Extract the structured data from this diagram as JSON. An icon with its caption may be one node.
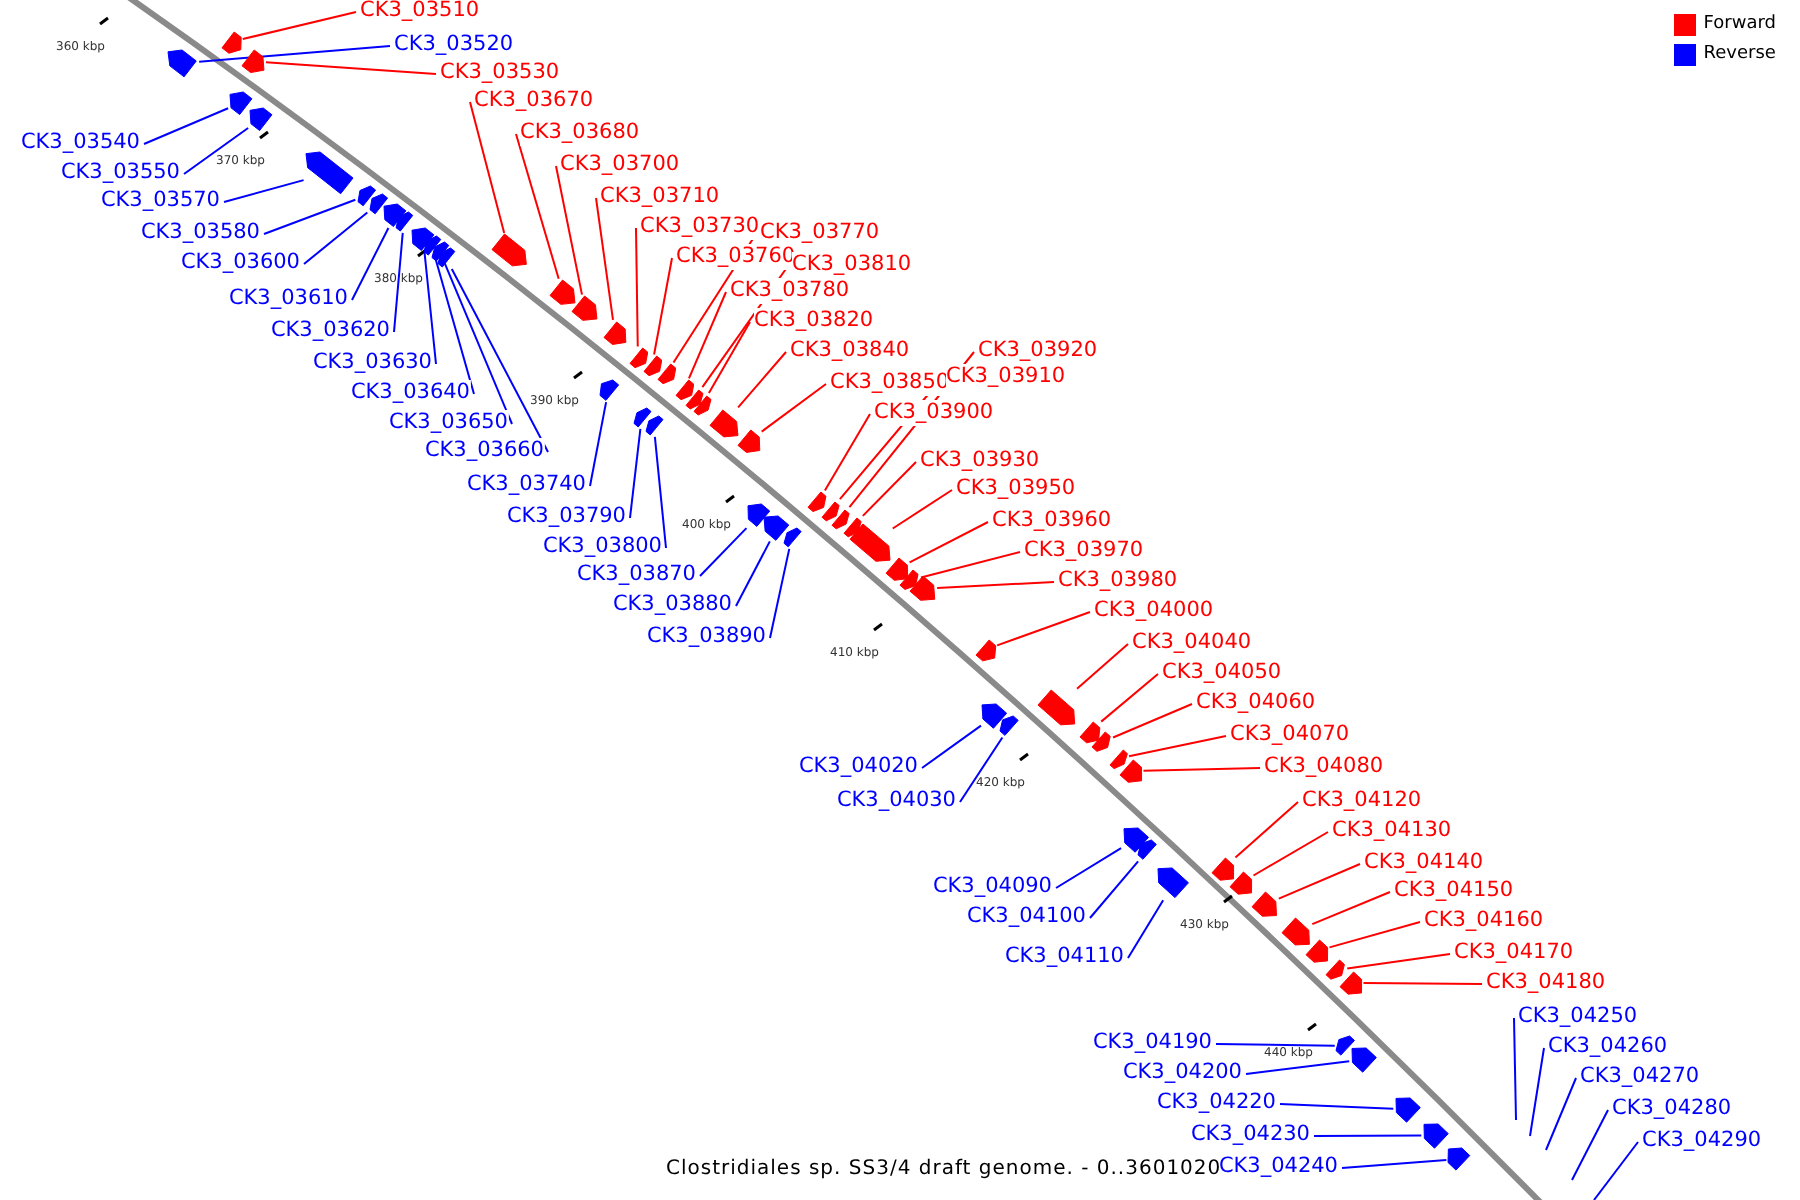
{
  "diagram": {
    "caption": "Clostridiales sp. SS3/4 draft genome. - 0..3601020",
    "nodes": [
      {
        "text": [
          "CK3_03510"
        ]
      },
      {
        "text": [],
        "shape": "arrow"
      },
      {
        "text": [
          "CK3_03520"
        ]
      },
      {
        "text": [],
        "shape": "arrow"
      },
      {
        "text": [
          "CK3_03530"
        ]
      },
      {
        "text": [],
        "shape": "arrow"
      },
      {
        "text": [
          "CK3_03540"
        ]
      },
      {
        "text": [],
        "shape": "arrow"
      },
      {
        "text": [
          "CK3_03550"
        ]
      },
      {
        "text": [],
        "shape": "arrow"
      },
      {
        "text": [
          "CK3_03570"
        ]
      },
      {
        "text": [],
        "shape": "arrow"
      },
      {
        "text": [
          "CK3_03580"
        ]
      },
      {
        "text": [],
        "shape": "arrow"
      },
      {
        "text": [
          "CK3_03600"
        ]
      },
      {
        "text": [],
        "shape": "arrow"
      },
      {
        "text": [
          "CK3_03610"
        ]
      },
      {
        "text": [],
        "shape": "arrow"
      },
      {
        "text": [
          "CK3_03620"
        ]
      },
      {
        "text": [],
        "shape": "arrow"
      },
      {
        "text": [
          "CK3_03630"
        ]
      },
      {
        "text": [],
        "shape": "arrow"
      },
      {
        "text": [
          "CK3_03640"
        ]
      },
      {
        "text": [],
        "shape": "arrow"
      },
      {
        "text": [
          "CK3_03650"
        ]
      },
      {
        "text": [],
        "shape": "arrow"
      },
      {
        "text": [
          "CK3_03660"
        ]
      },
      {
        "text": [],
        "shape": "arrow"
      },
      {
        "text": [
          "CK3_03670"
        ]
      },
      {
        "text": [],
        "shape": "arrow"
      },
      {
        "text": [
          "CK3_03680"
        ]
      },
      {
        "text": [],
        "shape": "arrow"
      },
      {
        "text": [
          "CK3_03700"
        ]
      },
      {
        "text": [],
        "shape": "arrow"
      },
      {
        "text": [
          "CK3_03710"
        ]
      },
      {
        "text": [],
        "shape": "arrow"
      },
      {
        "text": [
          "CK3_03730"
        ]
      },
      {
        "text": [],
        "shape": "arrow"
      },
      {
        "text": [
          "CK3_03760"
        ]
      },
      {
        "text": [],
        "shape": "arrow"
      },
      {
        "text": [
          "CK3_03770"
        ]
      },
      {
        "text": [],
        "shape": "arrow"
      },
      {
        "text": [
          "CK3_03780"
        ]
      },
      {
        "text": [],
        "shape": "arrow"
      },
      {
        "text": [
          "CK3_03810"
        ]
      },
      {
        "text": [],
        "shape": "arrow"
      },
      {
        "text": [
          "CK3_03820"
        ]
      },
      {
        "text": [],
        "shape": "arrow"
      },
      {
        "text": [
          "CK3_03740"
        ]
      },
      {
        "text": [],
        "shape": "arrow"
      },
      {
        "text": [
          "CK3_03790"
        ]
      },
      {
        "text": [],
        "shape": "arrow"
      },
      {
        "text": [
          "CK3_03800"
        ]
      },
      {
        "text": [],
        "shape": "arrow"
      },
      {
        "text": [
          "CK3_03840"
        ]
      },
      {
        "text": [],
        "shape": "arrow"
      },
      {
        "text": [
          "CK3_03850"
        ]
      },
      {
        "text": [],
        "shape": "arrow"
      },
      {
        "text": [
          "CK3_03920"
        ]
      },
      {
        "text": [],
        "shape": "arrow"
      },
      {
        "text": [
          "CK3_03910"
        ]
      },
      {
        "text": [],
        "shape": "arrow"
      },
      {
        "text": [
          "CK3_03900"
        ]
      },
      {
        "text": [],
        "shape": "arrow"
      },
      {
        "text": [
          "CK3_03930"
        ]
      },
      {
        "text": [],
        "shape": "arrow"
      },
      {
        "text": [
          "CK3_03950"
        ]
      },
      {
        "text": [],
        "shape": "arrow"
      },
      {
        "text": [
          "CK3_03960"
        ]
      },
      {
        "text": [],
        "shape": "arrow"
      },
      {
        "text": [
          "CK3_03970"
        ]
      },
      {
        "text": [],
        "shape": "arrow"
      },
      {
        "text": [
          "CK3_03980"
        ]
      },
      {
        "text": [],
        "shape": "arrow"
      },
      {
        "text": [
          "CK3_03870"
        ]
      },
      {
        "text": [],
        "shape": "arrow"
      },
      {
        "text": [
          "CK3_03880"
        ]
      },
      {
        "text": [],
        "shape": "arrow"
      },
      {
        "text": [
          "CK3_03890"
        ]
      },
      {
        "text": [],
        "shape": "arrow"
      },
      {
        "text": [
          "CK3_04000"
        ]
      },
      {
        "text": [],
        "shape": "arrow"
      },
      {
        "text": [
          "CK3_04040"
        ]
      },
      {
        "text": [],
        "shape": "arrow"
      },
      {
        "text": [
          "CK3_04050"
        ]
      },
      {
        "text": [],
        "shape": "arrow"
      },
      {
        "text": [
          "CK3_04060"
        ]
      },
      {
        "text": [],
        "shape": "arrow"
      },
      {
        "text": [
          "CK3_04070"
        ]
      },
      {
        "text": [],
        "shape": "arrow"
      },
      {
        "text": [
          "CK3_04080"
        ]
      },
      {
        "text": [],
        "shape": "arrow"
      },
      {
        "text": [
          "CK3_04020"
        ]
      },
      {
        "text": [],
        "shape": "arrow"
      },
      {
        "text": [
          "CK3_04030"
        ]
      },
      {
        "text": [],
        "shape": "arrow"
      },
      {
        "text": [
          "CK3_04120"
        ]
      },
      {
        "text": [],
        "shape": "arrow"
      },
      {
        "text": [
          "CK3_04130"
        ]
      },
      {
        "text": [],
        "shape": "arrow"
      },
      {
        "text": [
          "CK3_04140"
        ]
      },
      {
        "text": [],
        "shape": "arrow"
      },
      {
        "text": [
          "CK3_04150"
        ]
      },
      {
        "text": [],
        "shape": "arrow"
      },
      {
        "text": [
          "CK3_04160"
        ]
      },
      {
        "text": [],
        "shape": "arrow"
      },
      {
        "text": [
          "CK3_04170"
        ]
      },
      {
        "text": [],
        "shape": "arrow"
      },
      {
        "text": [
          "CK3_04180"
        ]
      },
      {
        "text": [],
        "shape": "arrow"
      },
      {
        "text": [
          "CK3_04090"
        ]
      },
      {
        "text": [],
        "shape": "arrow"
      },
      {
        "text": [
          "CK3_04100"
        ]
      },
      {
        "text": [],
        "shape": "arrow"
      },
      {
        "text": [
          "CK3_04110"
        ]
      },
      {
        "text": [],
        "shape": "arrow"
      },
      {
        "text": [
          "CK3_04190"
        ]
      },
      {
        "text": [],
        "shape": "arrow"
      },
      {
        "text": [
          "CK3_04200"
        ]
      },
      {
        "text": [],
        "shape": "arrow"
      },
      {
        "text": [
          "CK3_04220"
        ]
      },
      {
        "text": [],
        "shape": "arrow"
      },
      {
        "text": [
          "CK3_04230"
        ]
      },
      {
        "text": [],
        "shape": "arrow"
      },
      {
        "text": [
          "CK3_04240"
        ]
      },
      {
        "text": [],
        "shape": "arrow"
      },
      {
        "text": [
          "CK3_04250"
        ]
      },
      {
        "text": [
          "CK3_04260"
        ]
      },
      {
        "text": [
          "CK3_04270"
        ]
      },
      {
        "text": [
          "CK3_04280"
        ]
      },
      {
        "text": [
          "CK3_04290"
        ]
      }
    ],
    "edges": [
      {
        "from": 0,
        "to": 1,
        "arrow": "none",
        "color": "#ff0000"
      },
      {
        "from": 2,
        "to": 3,
        "arrow": "none",
        "color": "#0000ff"
      },
      {
        "from": 4,
        "to": 5,
        "arrow": "none",
        "color": "#ff0000"
      },
      {
        "from": 6,
        "to": 7,
        "arrow": "none",
        "color": "#0000ff"
      },
      {
        "from": 8,
        "to": 9,
        "arrow": "none",
        "color": "#0000ff"
      },
      {
        "from": 10,
        "to": 11,
        "arrow": "none",
        "color": "#0000ff"
      },
      {
        "from": 12,
        "to": 13,
        "arrow": "none",
        "color": "#0000ff"
      },
      {
        "from": 14,
        "to": 15,
        "arrow": "none",
        "color": "#0000ff"
      },
      {
        "from": 16,
        "to": 17,
        "arrow": "none",
        "color": "#0000ff"
      },
      {
        "from": 18,
        "to": 19,
        "arrow": "none",
        "color": "#0000ff"
      },
      {
        "from": 20,
        "to": 21,
        "arrow": "none",
        "color": "#0000ff"
      },
      {
        "from": 22,
        "to": 23,
        "arrow": "none",
        "color": "#0000ff"
      },
      {
        "from": 24,
        "to": 25,
        "arrow": "none",
        "color": "#0000ff"
      },
      {
        "from": 26,
        "to": 27,
        "arrow": "none",
        "color": "#0000ff"
      },
      {
        "from": 28,
        "to": 29,
        "arrow": "none",
        "color": "#ff0000"
      },
      {
        "from": 30,
        "to": 31,
        "arrow": "none",
        "color": "#ff0000"
      },
      {
        "from": 32,
        "to": 33,
        "arrow": "none",
        "color": "#ff0000"
      },
      {
        "from": 34,
        "to": 35,
        "arrow": "none",
        "color": "#ff0000"
      },
      {
        "from": 36,
        "to": 37,
        "arrow": "none",
        "color": "#ff0000"
      },
      {
        "from": 38,
        "to": 39,
        "arrow": "none",
        "color": "#ff0000"
      },
      {
        "from": 40,
        "to": 41,
        "arrow": "none",
        "color": "#ff0000"
      },
      {
        "from": 42,
        "to": 43,
        "arrow": "none",
        "color": "#ff0000"
      },
      {
        "from": 44,
        "to": 45,
        "arrow": "none",
        "color": "#ff0000"
      },
      {
        "from": 46,
        "to": 47,
        "arrow": "none",
        "color": "#ff0000"
      },
      {
        "from": 48,
        "to": 49,
        "arrow": "none",
        "color": "#0000ff"
      },
      {
        "from": 50,
        "to": 51,
        "arrow": "none",
        "color": "#0000ff"
      },
      {
        "from": 52,
        "to": 53,
        "arrow": "none",
        "color": "#0000ff"
      },
      {
        "from": 54,
        "to": 55,
        "arrow": "none",
        "color": "#ff0000"
      },
      {
        "from": 56,
        "to": 57,
        "arrow": "none",
        "color": "#ff0000"
      },
      {
        "from": 58,
        "to": 59,
        "arrow": "none",
        "color": "#ff0000"
      },
      {
        "from": 60,
        "to": 61,
        "arrow": "none",
        "color": "#ff0000"
      },
      {
        "from": 62,
        "to": 63,
        "arrow": "none",
        "color": "#ff0000"
      },
      {
        "from": 64,
        "to": 65,
        "arrow": "none",
        "color": "#ff0000"
      },
      {
        "from": 66,
        "to": 67,
        "arrow": "none",
        "color": "#ff0000"
      },
      {
        "from": 68,
        "to": 69,
        "arrow": "none",
        "color": "#ff0000"
      },
      {
        "from": 70,
        "to": 71,
        "arrow": "none",
        "color": "#ff0000"
      },
      {
        "from": 72,
        "to": 73,
        "arrow": "none",
        "color": "#ff0000"
      },
      {
        "from": 74,
        "to": 75,
        "arrow": "none",
        "color": "#0000ff"
      },
      {
        "from": 76,
        "to": 77,
        "arrow": "none",
        "color": "#0000ff"
      },
      {
        "from": 78,
        "to": 79,
        "arrow": "none",
        "color": "#0000ff"
      },
      {
        "from": 80,
        "to": 81,
        "arrow": "none",
        "color": "#ff0000"
      },
      {
        "from": 82,
        "to": 83,
        "arrow": "none",
        "color": "#ff0000"
      },
      {
        "from": 84,
        "to": 85,
        "arrow": "none",
        "color": "#ff0000"
      },
      {
        "from": 86,
        "to": 87,
        "arrow": "none",
        "color": "#ff0000"
      },
      {
        "from": 88,
        "to": 89,
        "arrow": "none",
        "color": "#ff0000"
      },
      {
        "from": 90,
        "to": 91,
        "arrow": "none",
        "color": "#ff0000"
      },
      {
        "from": 92,
        "to": 93,
        "arrow": "none",
        "color": "#0000ff"
      },
      {
        "from": 94,
        "to": 95,
        "arrow": "none",
        "color": "#0000ff"
      },
      {
        "from": 96,
        "to": 97,
        "arrow": "none",
        "color": "#ff0000"
      },
      {
        "from": 98,
        "to": 99,
        "arrow": "none",
        "color": "#ff0000"
      },
      {
        "from": 100,
        "to": 101,
        "arrow": "none",
        "color": "#ff0000"
      },
      {
        "from": 102,
        "to": 103,
        "arrow": "none",
        "color": "#ff0000"
      },
      {
        "from": 104,
        "to": 105,
        "arrow": "none",
        "color": "#ff0000"
      },
      {
        "from": 106,
        "to": 107,
        "arrow": "none",
        "color": "#ff0000"
      },
      {
        "from": 108,
        "to": 109,
        "arrow": "none",
        "color": "#ff0000"
      },
      {
        "from": 110,
        "to": 111,
        "arrow": "none",
        "color": "#0000ff"
      },
      {
        "from": 112,
        "to": 113,
        "arrow": "none",
        "color": "#0000ff"
      },
      {
        "from": 114,
        "to": 115,
        "arrow": "none",
        "color": "#0000ff"
      },
      {
        "from": 116,
        "to": 117,
        "arrow": "none",
        "color": "#0000ff"
      },
      {
        "from": 118,
        "to": 119,
        "arrow": "none",
        "color": "#0000ff"
      },
      {
        "from": 120,
        "to": 121,
        "arrow": "none",
        "color": "#0000ff"
      },
      {
        "from": 122,
        "to": 123,
        "arrow": "none",
        "color": "#0000ff"
      },
      {
        "from": 124,
        "to": 125,
        "arrow": "none",
        "color": "#0000ff"
      },
      {
        "from": 126,
        "to": null,
        "arrow": "none",
        "color": "#0000ff"
      },
      {
        "from": 127,
        "to": null,
        "arrow": "none",
        "color": "#0000ff"
      },
      {
        "from": 128,
        "to": null,
        "arrow": "none",
        "color": "#0000ff"
      },
      {
        "from": 129,
        "to": null,
        "arrow": "none",
        "color": "#0000ff"
      },
      {
        "from": 130,
        "to": null,
        "arrow": "none",
        "color": "#0000ff"
      }
    ],
    "labels": [
      "360 kbp",
      "370 kbp",
      "380 kbp",
      "390 kbp",
      "400 kbp",
      "410 kbp",
      "420 kbp",
      "430 kbp",
      "440 kbp"
    ],
    "legend": [
      {
        "text": "Forward",
        "color": "#ff0000"
      },
      {
        "text": "Reverse",
        "color": "#0000ff"
      }
    ]
  }
}
